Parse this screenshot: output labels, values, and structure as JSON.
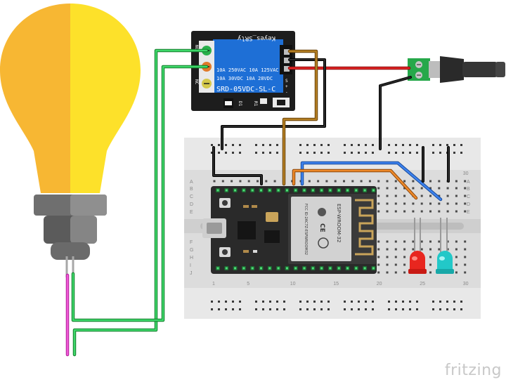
{
  "diagram": {
    "tool_logo": "fritzing",
    "relay_module": {
      "brand": "Keyes_SRly",
      "rating_line_1": "10A 250VAC  10A 125VAC",
      "rating_line_2": "10A  30VDC  10A  28VDC",
      "model": "SRD-05VDC-SL-C",
      "label_nc": "NC",
      "label_no": "NO",
      "label_d1": "D1",
      "label_r1": "R1",
      "pin_label_s": "S",
      "pin_label_plus": "+",
      "pin_label_minus": "-"
    },
    "breadboard": {
      "row_labels_top": [
        "A",
        "B",
        "C",
        "D",
        "E"
      ],
      "row_labels_bottom": [
        "F",
        "G",
        "H",
        "I",
        "J"
      ],
      "column_numbers": [
        "1",
        "5",
        "10",
        "15",
        "20",
        "25",
        "30"
      ]
    },
    "esp32": {
      "chip_label_1": "ESP-WROOM-32",
      "chip_label_2": "FCC ID:2AC7Z-ESPWROOM32",
      "chip_label_3": "CE"
    },
    "wire_colors": {
      "green": "#22b04a",
      "black": "#1a1a1a",
      "red": "#d01717",
      "brown": "#9a6a1a",
      "blue": "#2a6bd6",
      "orange": "#d6741a",
      "magenta": "#e040c8"
    },
    "components": [
      "light-bulb",
      "relay-module",
      "dc-barrel-jack",
      "breadboard",
      "esp32-devkit",
      "red-led",
      "cyan-led"
    ]
  }
}
